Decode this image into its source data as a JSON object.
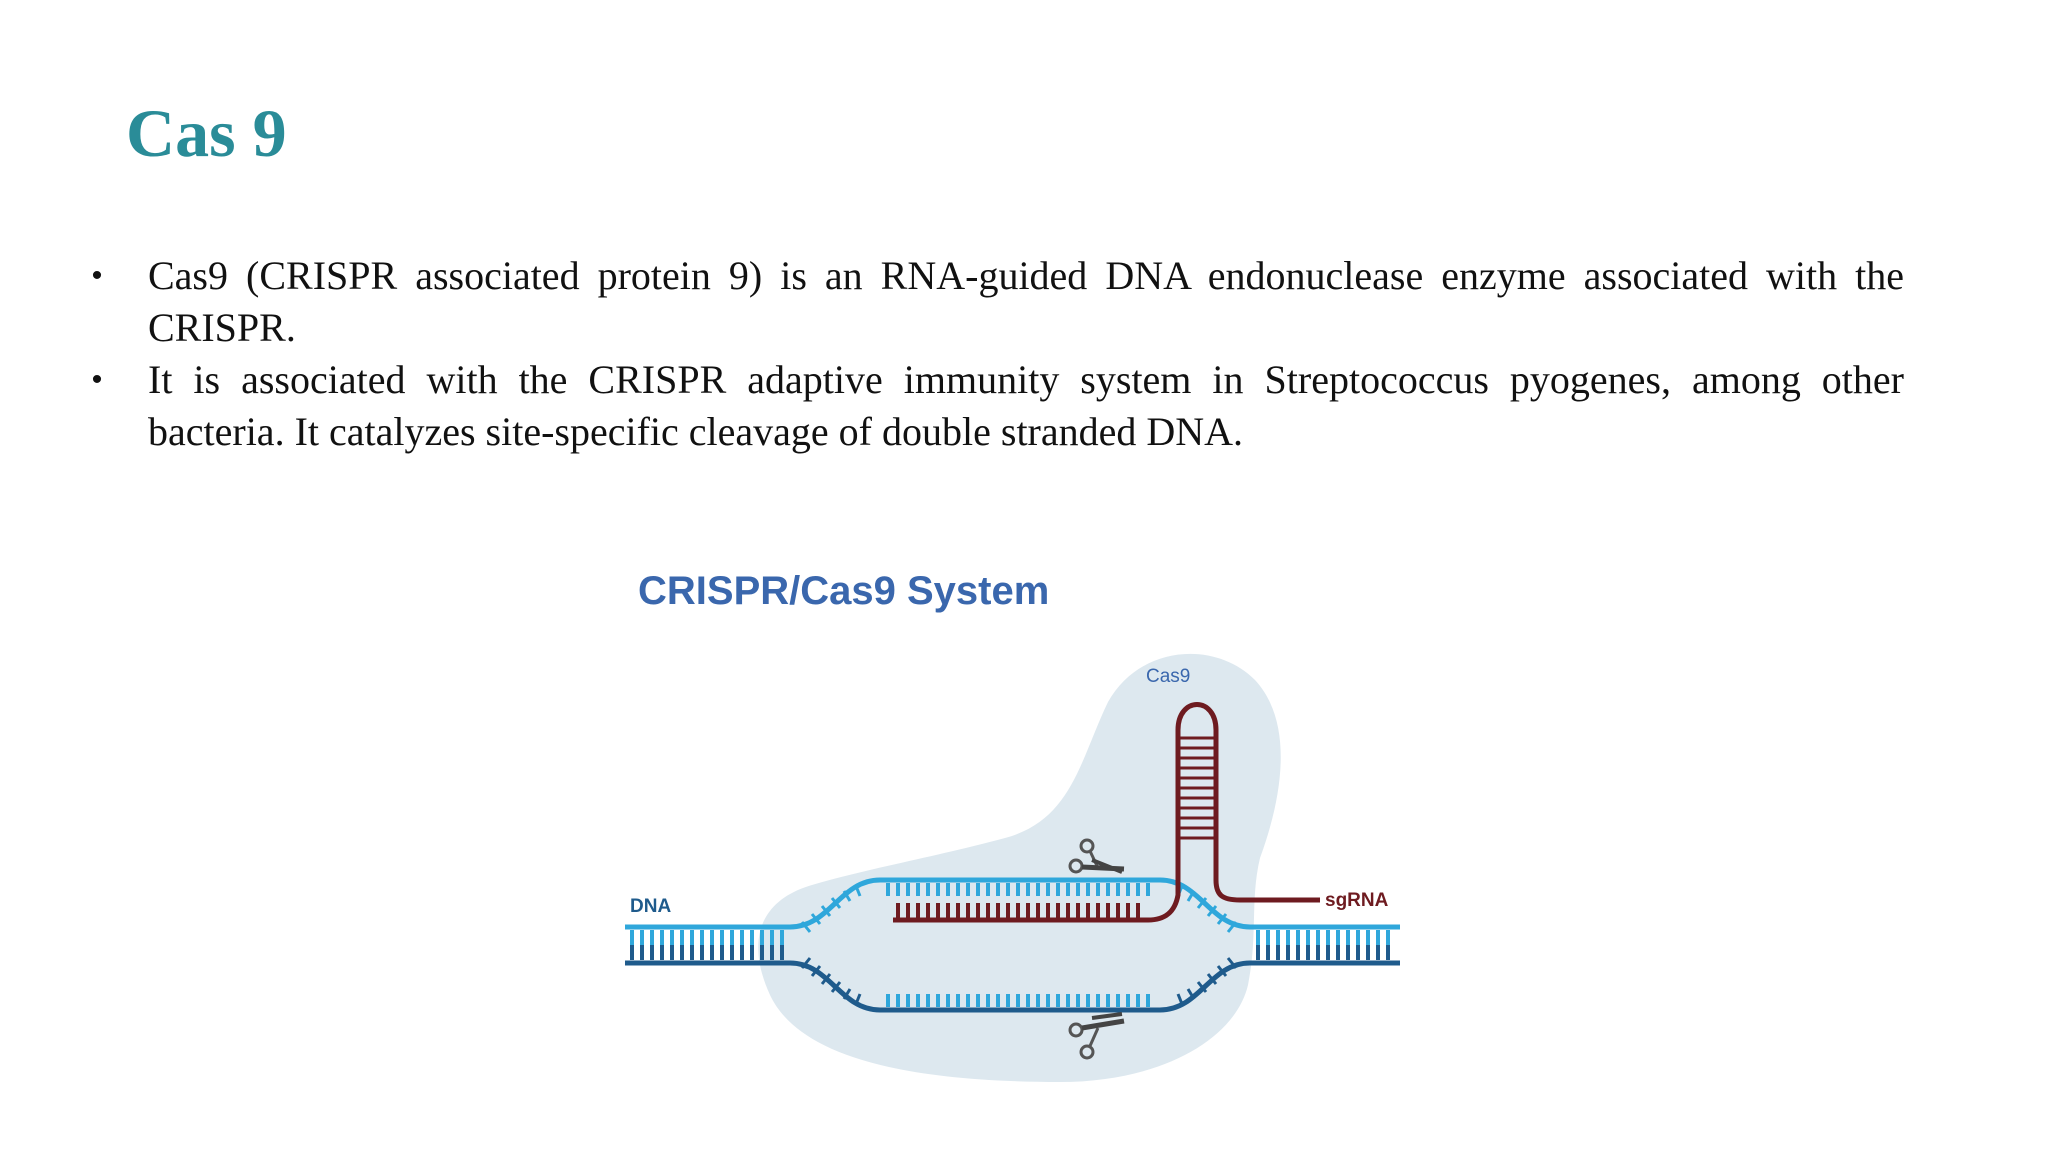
{
  "slide": {
    "title": "Cas 9",
    "bullets": [
      "Cas9 (CRISPR associated protein 9) is an RNA-guided DNA endonuclease enzyme associated with the CRISPR.",
      "It is associated with the CRISPR adaptive immunity system in Streptococcus pyogenes, among other bacteria. It catalyzes site-specific cleavage of double stranded DNA."
    ],
    "bullet_symbol": "•"
  },
  "figure": {
    "title": "CRISPR/Cas9 System",
    "labels": {
      "protein": "Cas9",
      "dna": "DNA",
      "guide_rna": "sgRNA"
    },
    "icons": [
      "scissors-icon",
      "scissors-icon"
    ],
    "colors": {
      "title": "#3a67ad",
      "protein_blob": "#dde8ef",
      "dna_light": "#2fa7db",
      "dna_dark": "#1f5b8c",
      "rna": "#6e1b20",
      "slide_title": "#2a8c98"
    }
  }
}
